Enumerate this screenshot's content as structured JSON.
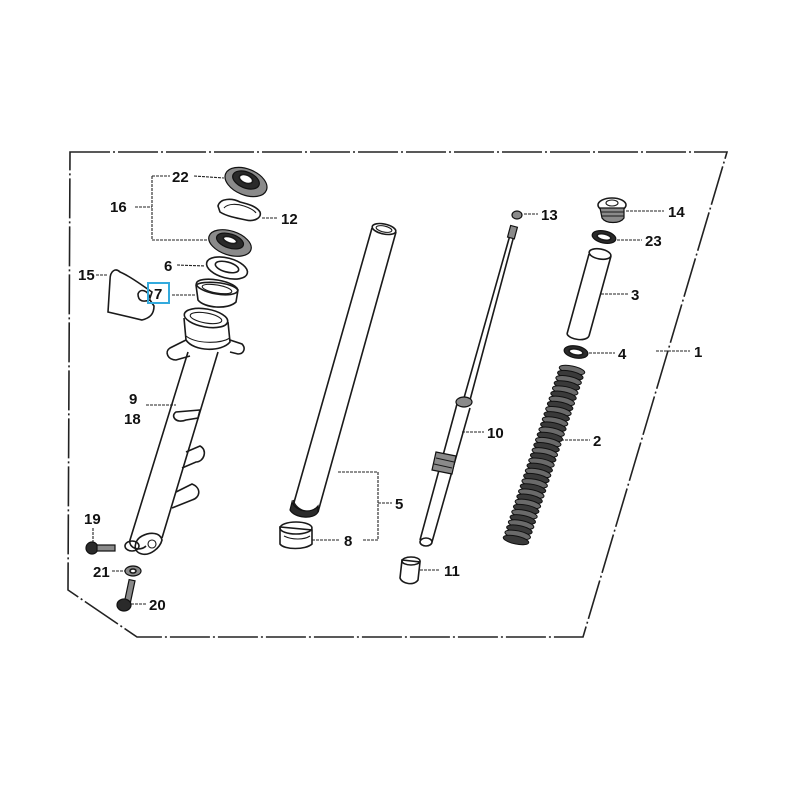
{
  "diagram": {
    "type": "exploded-parts-diagram",
    "subject": "Front fork assembly",
    "highlight_color": "#33aadd",
    "highlighted_part": "7",
    "parts": {
      "p1": "1",
      "p2": "2",
      "p3": "3",
      "p4": "4",
      "p5": "5",
      "p6": "6",
      "p7": "7",
      "p8": "8",
      "p9": "9",
      "p10": "10",
      "p11": "11",
      "p12": "12",
      "p13": "13",
      "p14": "14",
      "p15": "15",
      "p16": "16",
      "p18": "18",
      "p19": "19",
      "p20": "20",
      "p21": "21",
      "p22": "22",
      "p23": "23"
    }
  }
}
